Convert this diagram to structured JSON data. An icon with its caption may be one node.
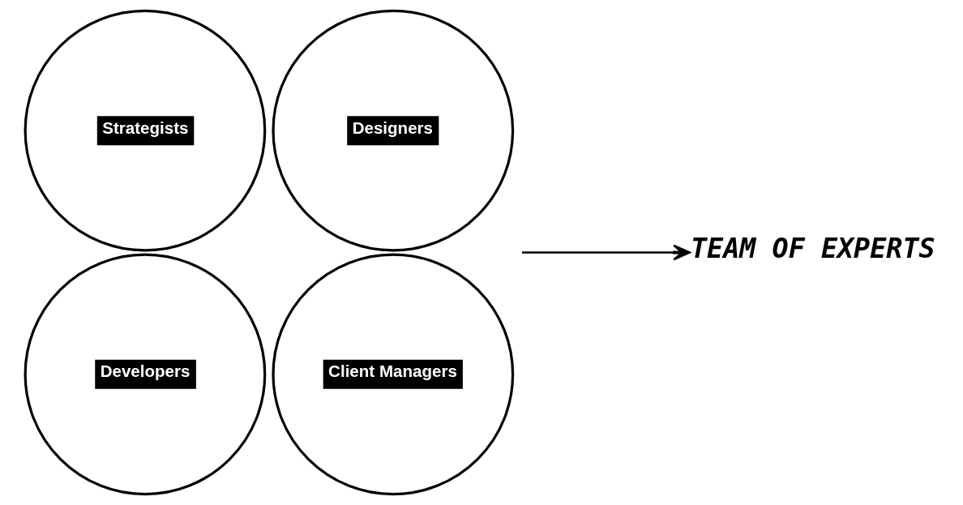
{
  "diagram": {
    "nodes": [
      {
        "text": [
          "Strategists"
        ]
      },
      {
        "text": [
          "Designers"
        ]
      },
      {
        "text": [
          "Developers"
        ]
      },
      {
        "text": [
          "Client Managers"
        ]
      },
      {
        "text": [
          "TEAM OF EXPERTS"
        ]
      }
    ],
    "edges": [
      {
        "from": null,
        "to": 4,
        "arrow": "to"
      }
    ]
  }
}
